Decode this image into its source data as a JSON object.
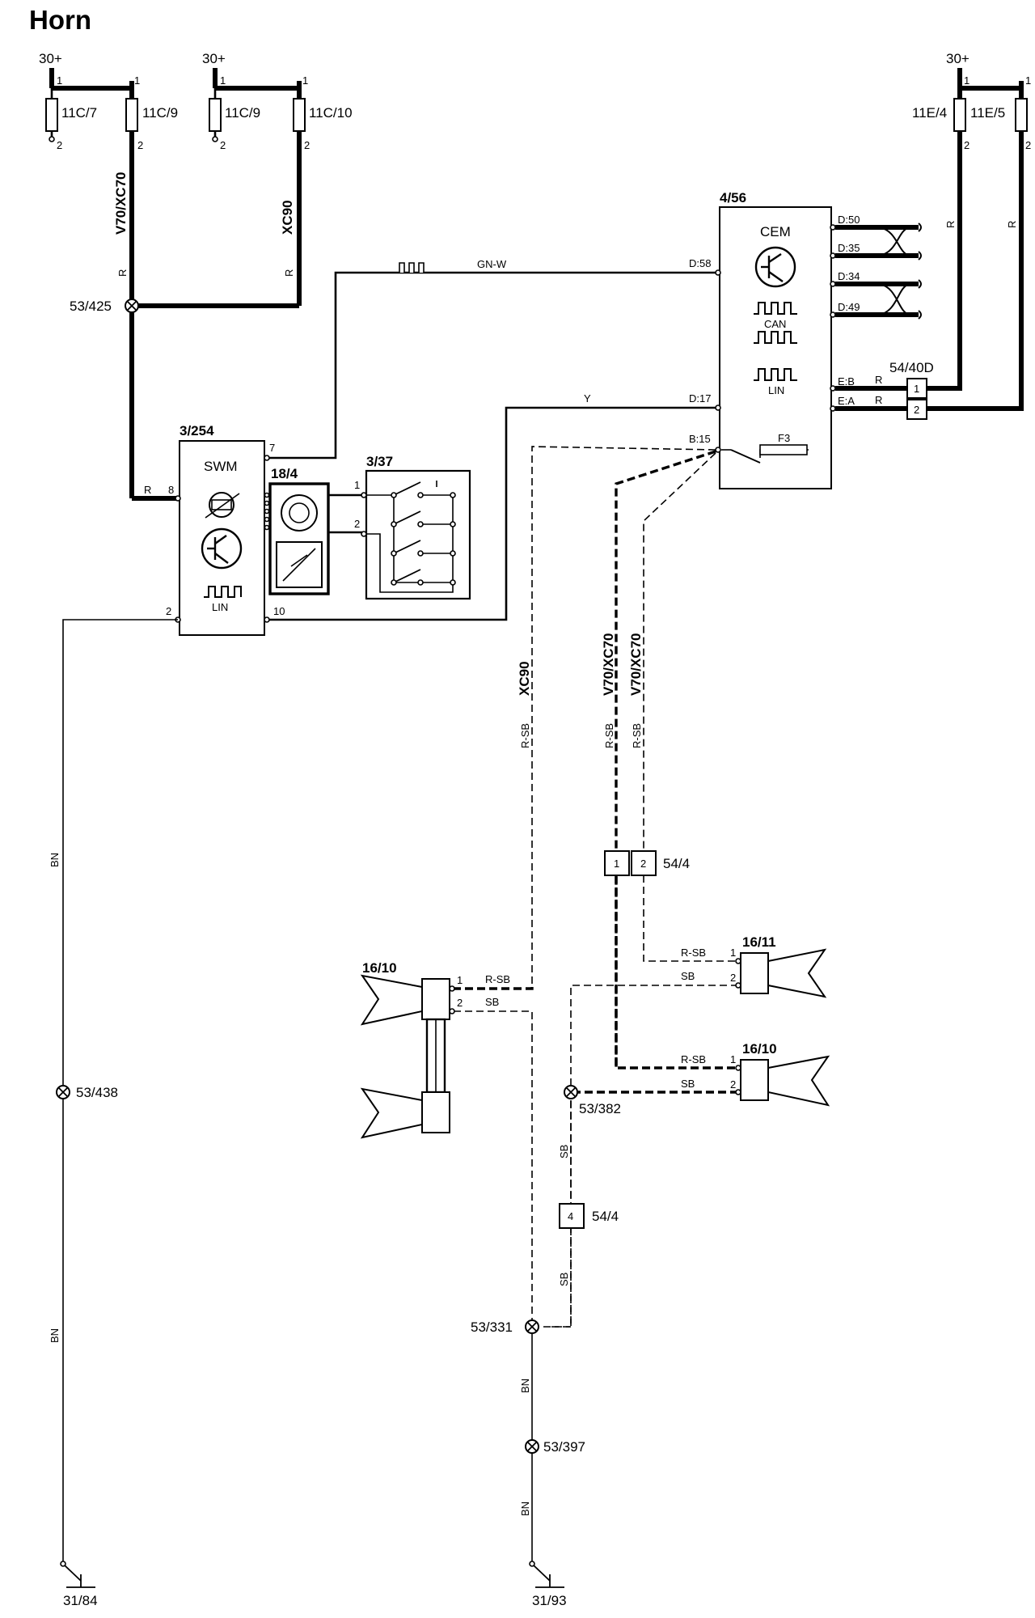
{
  "title": "Horn",
  "supply": {
    "top_left_1": "30+",
    "top_left_2": "30+",
    "top_right": "30+"
  },
  "fuses": [
    {
      "label": "11C/7",
      "pin_in": "1",
      "pin_out": "2"
    },
    {
      "label": "11C/9",
      "pin_in": "1",
      "pin_out": "2"
    },
    {
      "label": "11C/9",
      "pin_in": "1",
      "pin_out": "2"
    },
    {
      "label": "11C/10",
      "pin_in": "1",
      "pin_out": "2"
    },
    {
      "label": "11E/4",
      "pin_in": "1",
      "pin_out": "2"
    },
    {
      "label": "11E/5",
      "pin_in": "1",
      "pin_out": "2"
    }
  ],
  "variants": {
    "v70_xc70": "V70/XC70",
    "xc90": "XC90"
  },
  "wire_colors": {
    "r": "R",
    "gn_w": "GN-W",
    "y": "Y",
    "bn": "BN",
    "r_sb": "R-SB",
    "sb": "SB"
  },
  "splices": {
    "s425": "53/425",
    "s438": "53/438",
    "s382": "53/382",
    "s331": "53/331",
    "s397": "53/397"
  },
  "grounds": {
    "g84": "31/84",
    "g93": "31/93"
  },
  "cem": {
    "id": "4/56",
    "name": "CEM",
    "can_label": "CAN",
    "lin_label": "LIN",
    "fuse_label": "F3",
    "pins": {
      "d50": "D:50",
      "d35": "D:35",
      "d34": "D:34",
      "d49": "D:49",
      "d58": "D:58",
      "d17": "D:17",
      "b15": "B:15",
      "eb": "E:B",
      "ea": "E:A"
    }
  },
  "connector_5440d": {
    "id": "54/40D",
    "pin1": "1",
    "pin2": "2"
  },
  "swm": {
    "id": "3/254",
    "name": "SWM",
    "lin_label": "LIN",
    "pin7": "7",
    "pin8": "8",
    "pin2": "2",
    "pin10": "10"
  },
  "clock_spring": {
    "id": "18/4"
  },
  "horn_switch": {
    "id": "3/37",
    "pin1": "1",
    "pin2": "2"
  },
  "connector_544_a": {
    "id": "54/4",
    "pin1": "1",
    "pin2": "2"
  },
  "connector_544_b": {
    "id": "54/4",
    "pin4": "4"
  },
  "horn_1611": {
    "id": "16/11",
    "pin1": "1",
    "pin2": "2"
  },
  "horn_1610_right": {
    "id": "16/10",
    "pin1": "1",
    "pin2": "2"
  },
  "horn_1610_left": {
    "id": "16/10",
    "pin1": "1",
    "pin2": "2"
  }
}
